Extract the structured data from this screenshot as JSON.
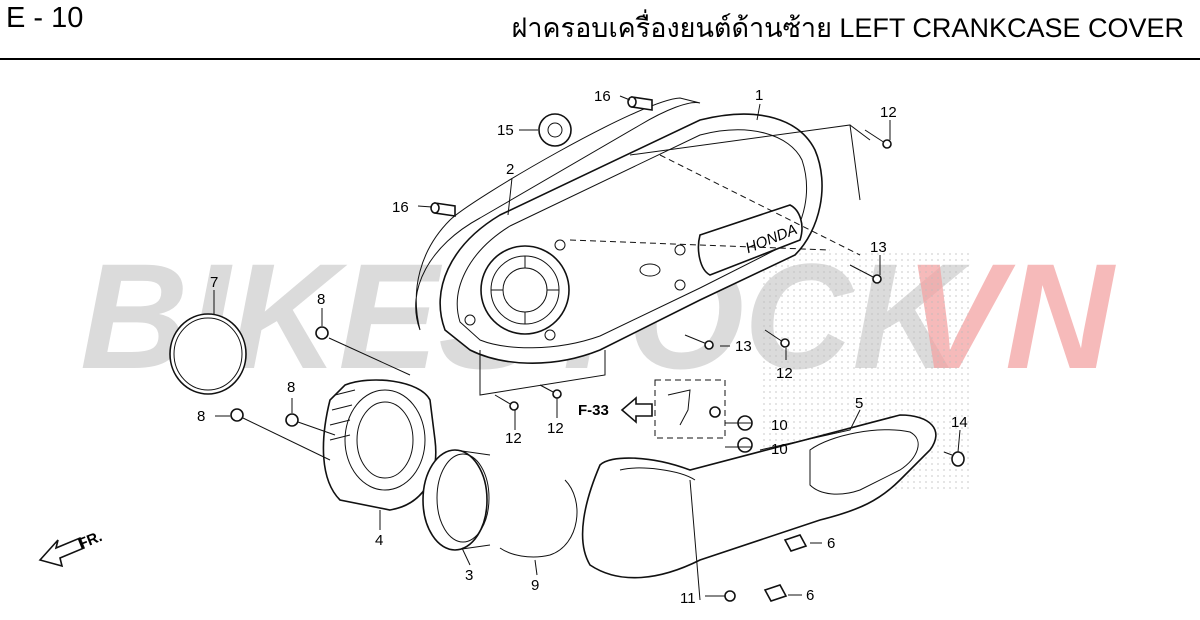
{
  "header": {
    "code": "E - 10",
    "title": "ฝาครอบเครื่องยนต์ด้านซ้าย  LEFT CRANKCASE COVER"
  },
  "watermark": {
    "left": "BIKESTOCK",
    "right": "VN",
    "left_color": "#c8c8c8",
    "right_color": "#f2a0a0"
  },
  "diagram": {
    "brand": "HONDA",
    "ref_code": "F-33",
    "direction": "FR.",
    "labels": [
      "1",
      "2",
      "3",
      "4",
      "5",
      "6",
      "6",
      "7",
      "8",
      "8",
      "8",
      "9",
      "10",
      "10",
      "11",
      "12",
      "12",
      "12",
      "12",
      "13",
      "13",
      "14",
      "15",
      "16",
      "16"
    ]
  }
}
